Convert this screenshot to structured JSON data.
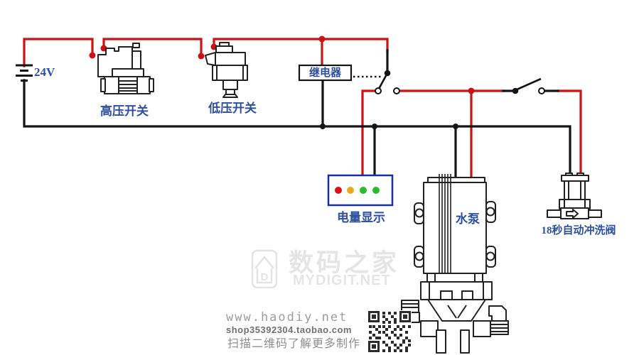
{
  "diagram": {
    "battery_label": "24V",
    "labels": {
      "high_pressure_switch": "高压开关",
      "low_pressure_switch": "低压开关",
      "relay": "继电器",
      "battery_level_display": "电量显示",
      "water_pump": "水泵",
      "flush_valve": "18秒自动冲洗阀"
    },
    "leds": [
      {
        "name": "led-red",
        "color": "#dd1111"
      },
      {
        "name": "led-amber",
        "color": "#eea620"
      },
      {
        "name": "led-green-1",
        "color": "#2db92d"
      },
      {
        "name": "led-green-2",
        "color": "#2db92d"
      }
    ],
    "colors": {
      "positive_wire": "#c81414",
      "negative_wire": "#141414",
      "label_text": "#2e4f9e",
      "display_border": "#1a2f9e"
    }
  },
  "watermark": {
    "site_name": "数码之家",
    "site_domain": "MYDIGIT.NET"
  },
  "footer": {
    "website": "www.haodiy.net",
    "shop": "shop35392304.taobao.com",
    "scan_hint": "扫描二维码了解更多制作"
  }
}
